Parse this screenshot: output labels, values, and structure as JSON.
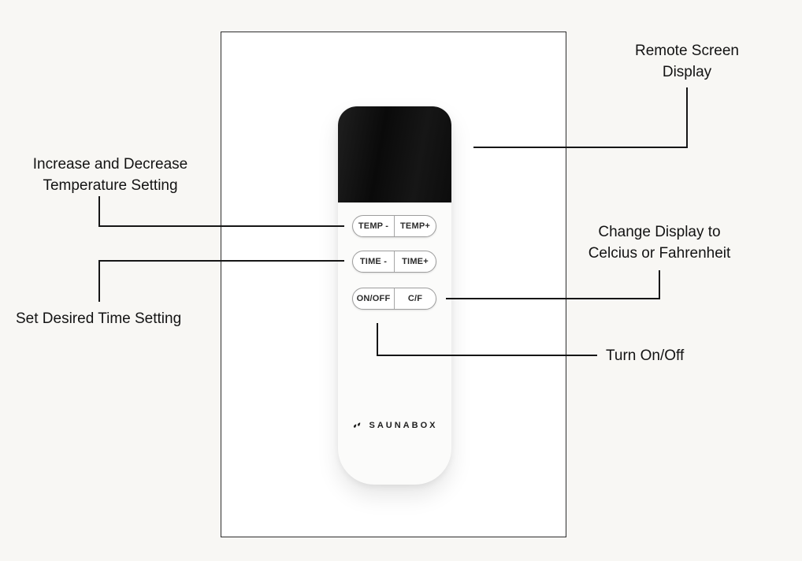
{
  "colors": {
    "background": "#f8f7f4",
    "panel_background": "#ffffff",
    "panel_border": "#2d2d2d",
    "connector_line": "#161616",
    "label_text": "#131313",
    "screen_black": "#0c0c0c",
    "remote_body": "#fbfbfa",
    "button_border": "#9e9e9e",
    "button_text": "#2b2b2b"
  },
  "callouts": {
    "remote_screen_display": "Remote Screen Display",
    "increase_decrease_temperature": "Increase and Decrease Temperature Setting",
    "set_time": "Set Desired Time Setting",
    "change_display_unit": "Change Display to Celcius or Fahrenheit",
    "turn_on_off": "Turn On/Off"
  },
  "remote": {
    "brand": "SAUNABOX",
    "buttons": [
      {
        "left": "TEMP -",
        "right": "TEMP+"
      },
      {
        "left": "TIME -",
        "right": "TIME+"
      },
      {
        "left": "ON/OFF",
        "right": "C/F"
      }
    ]
  },
  "icons": {
    "brand_icon": "saunabox-logo-icon"
  }
}
